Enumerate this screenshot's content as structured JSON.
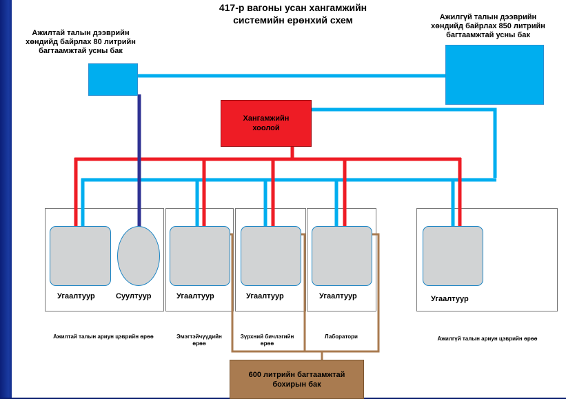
{
  "title": {
    "line1": "417-р вагоны усан хангамжийн",
    "line2": "системийн ерөнхий схем"
  },
  "tank_small": {
    "line1": "Ажилтай талын дээврийн",
    "line2": "хөндийд байрлах 80 литрийн",
    "line3": "багтаамжтай усны бак"
  },
  "tank_large": {
    "line1": "Ажилгүй талын дээврийн",
    "line2": "хөндийд байрлах 850 литрийн",
    "line3": "багтаамжтай усны бак"
  },
  "hub": {
    "line1": "Хангамжийн",
    "line2": "хоолой"
  },
  "devices": {
    "sink1": "Угаалтуур",
    "filter": "Суултуур",
    "sink2": "Угаалтуур",
    "sink3": "Угаалтуур",
    "sink4": "Угаалтуур",
    "sink5": "Угаалтуур"
  },
  "rooms": {
    "clean_working": "Ажилтай талын ариун цэврийн өрөө",
    "medical_line1": "Эмэгтэйчүүдийн",
    "medical_line2": "өрөө",
    "cardio_line1": "Зүрхний бичлэгийн",
    "cardio_line2": "өрөө",
    "lab": "Лаборатори",
    "clean_nonworking": "Ажилгүй талын ариун цэврийн өрөө"
  },
  "waste_tank": {
    "line1": "600 литрийн багтаамжтай",
    "line2": "бохирын бак"
  },
  "colors": {
    "clean_water": "#00aeef",
    "hot_supply": "#ee1c25",
    "drain_toilet": "#2e3192",
    "drain_grey": "#a97b50",
    "background": "#0a1d6e"
  }
}
